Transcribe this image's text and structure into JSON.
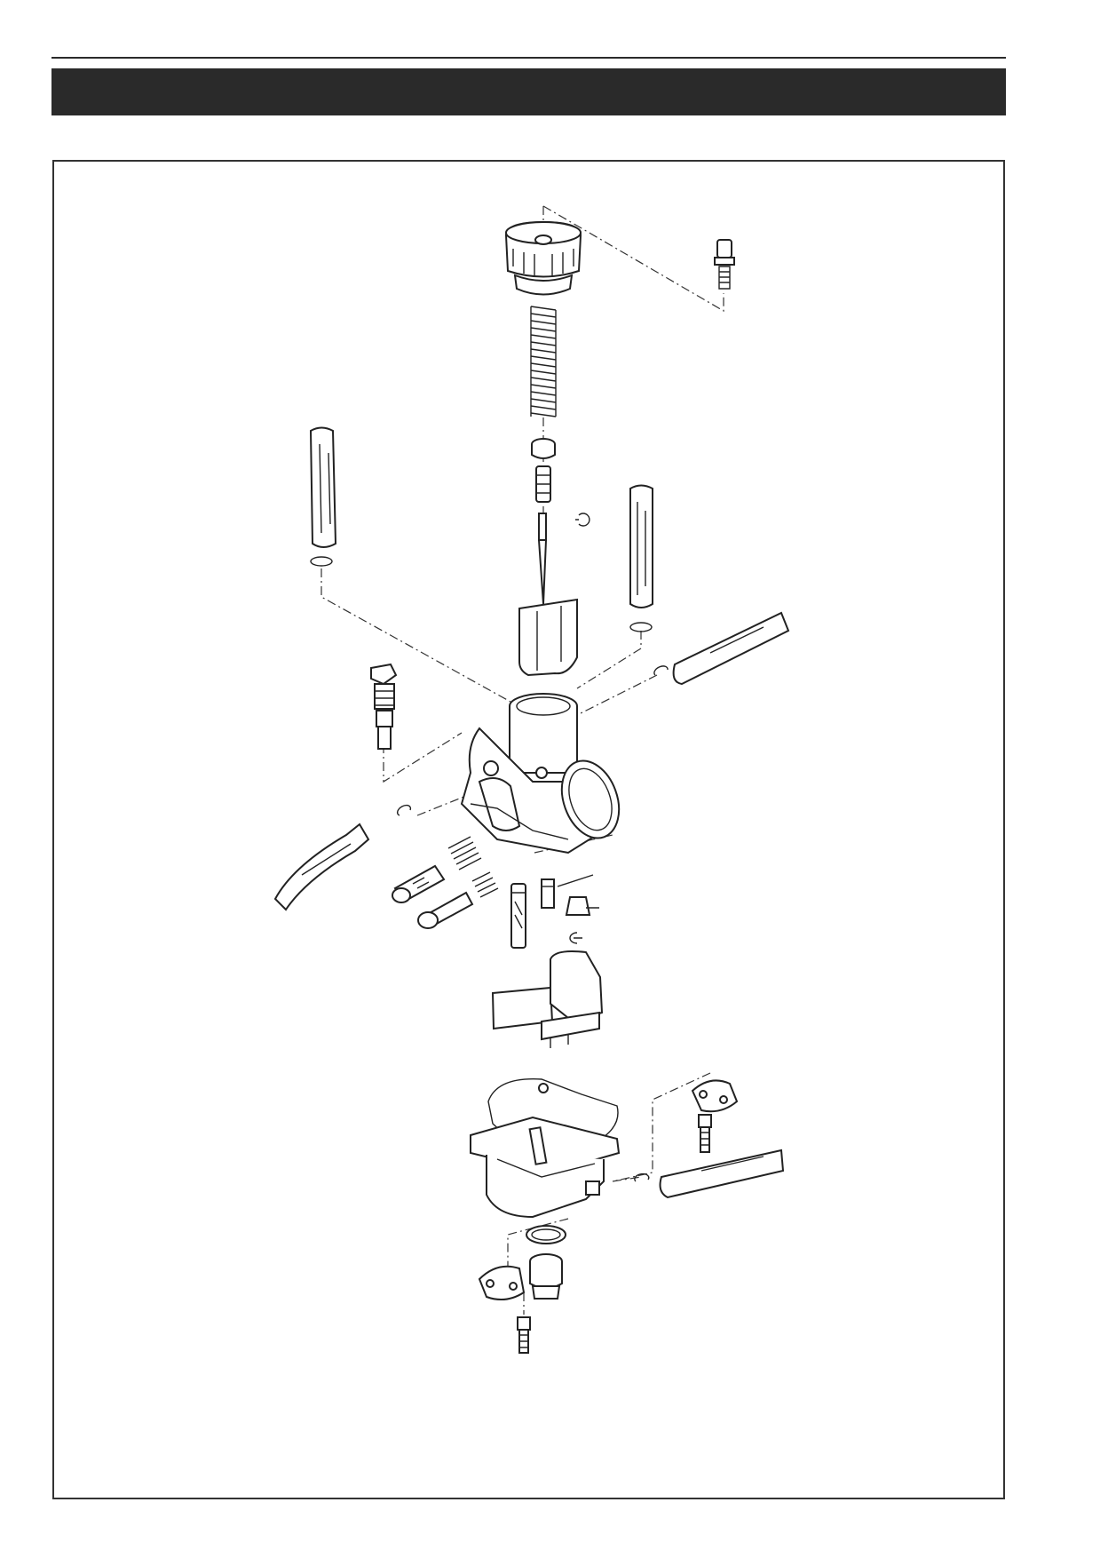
{
  "page": {
    "header_title": "",
    "accent_color": "#2a2a2a"
  },
  "diagram": {
    "subject": "carburetor-exploded-view",
    "parts": [
      "top-cap",
      "cable-adjuster",
      "throttle-spring",
      "needle-retainer",
      "needle-holder",
      "jet-needle",
      "e-clip",
      "throttle-slide",
      "throttle-cable-hose-left",
      "hose-clip-left",
      "vent-hose-right",
      "hose-clip-right",
      "fuel-hose-right",
      "air-screw",
      "idle-adjust-screw",
      "carburetor-body",
      "choke-plunger",
      "main-jet",
      "pilot-jet",
      "needle-jet",
      "float-needle",
      "float",
      "float-pin",
      "float-bowl-gasket",
      "float-bowl",
      "drain-plug",
      "o-ring",
      "bowl-screw",
      "bracket-plate",
      "overflow-hose"
    ]
  }
}
